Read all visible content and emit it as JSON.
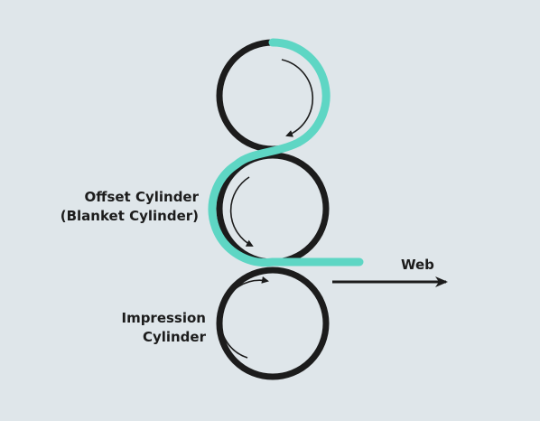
{
  "colors": {
    "background": "#dfe6ea",
    "cylinder": "#1c1c1c",
    "web": "#5ed6c4",
    "text": "#1c1c1c"
  },
  "labels": {
    "offset_cylinder": {
      "line1": "Offset Cylinder",
      "line2": "(Blanket Cylinder)"
    },
    "impression_cylinder": {
      "line1": "Impression",
      "line2": "Cylinder"
    },
    "web": "Web"
  },
  "icons": {
    "rotation": "curved-arrow-icon",
    "direction": "right-arrow-icon"
  }
}
